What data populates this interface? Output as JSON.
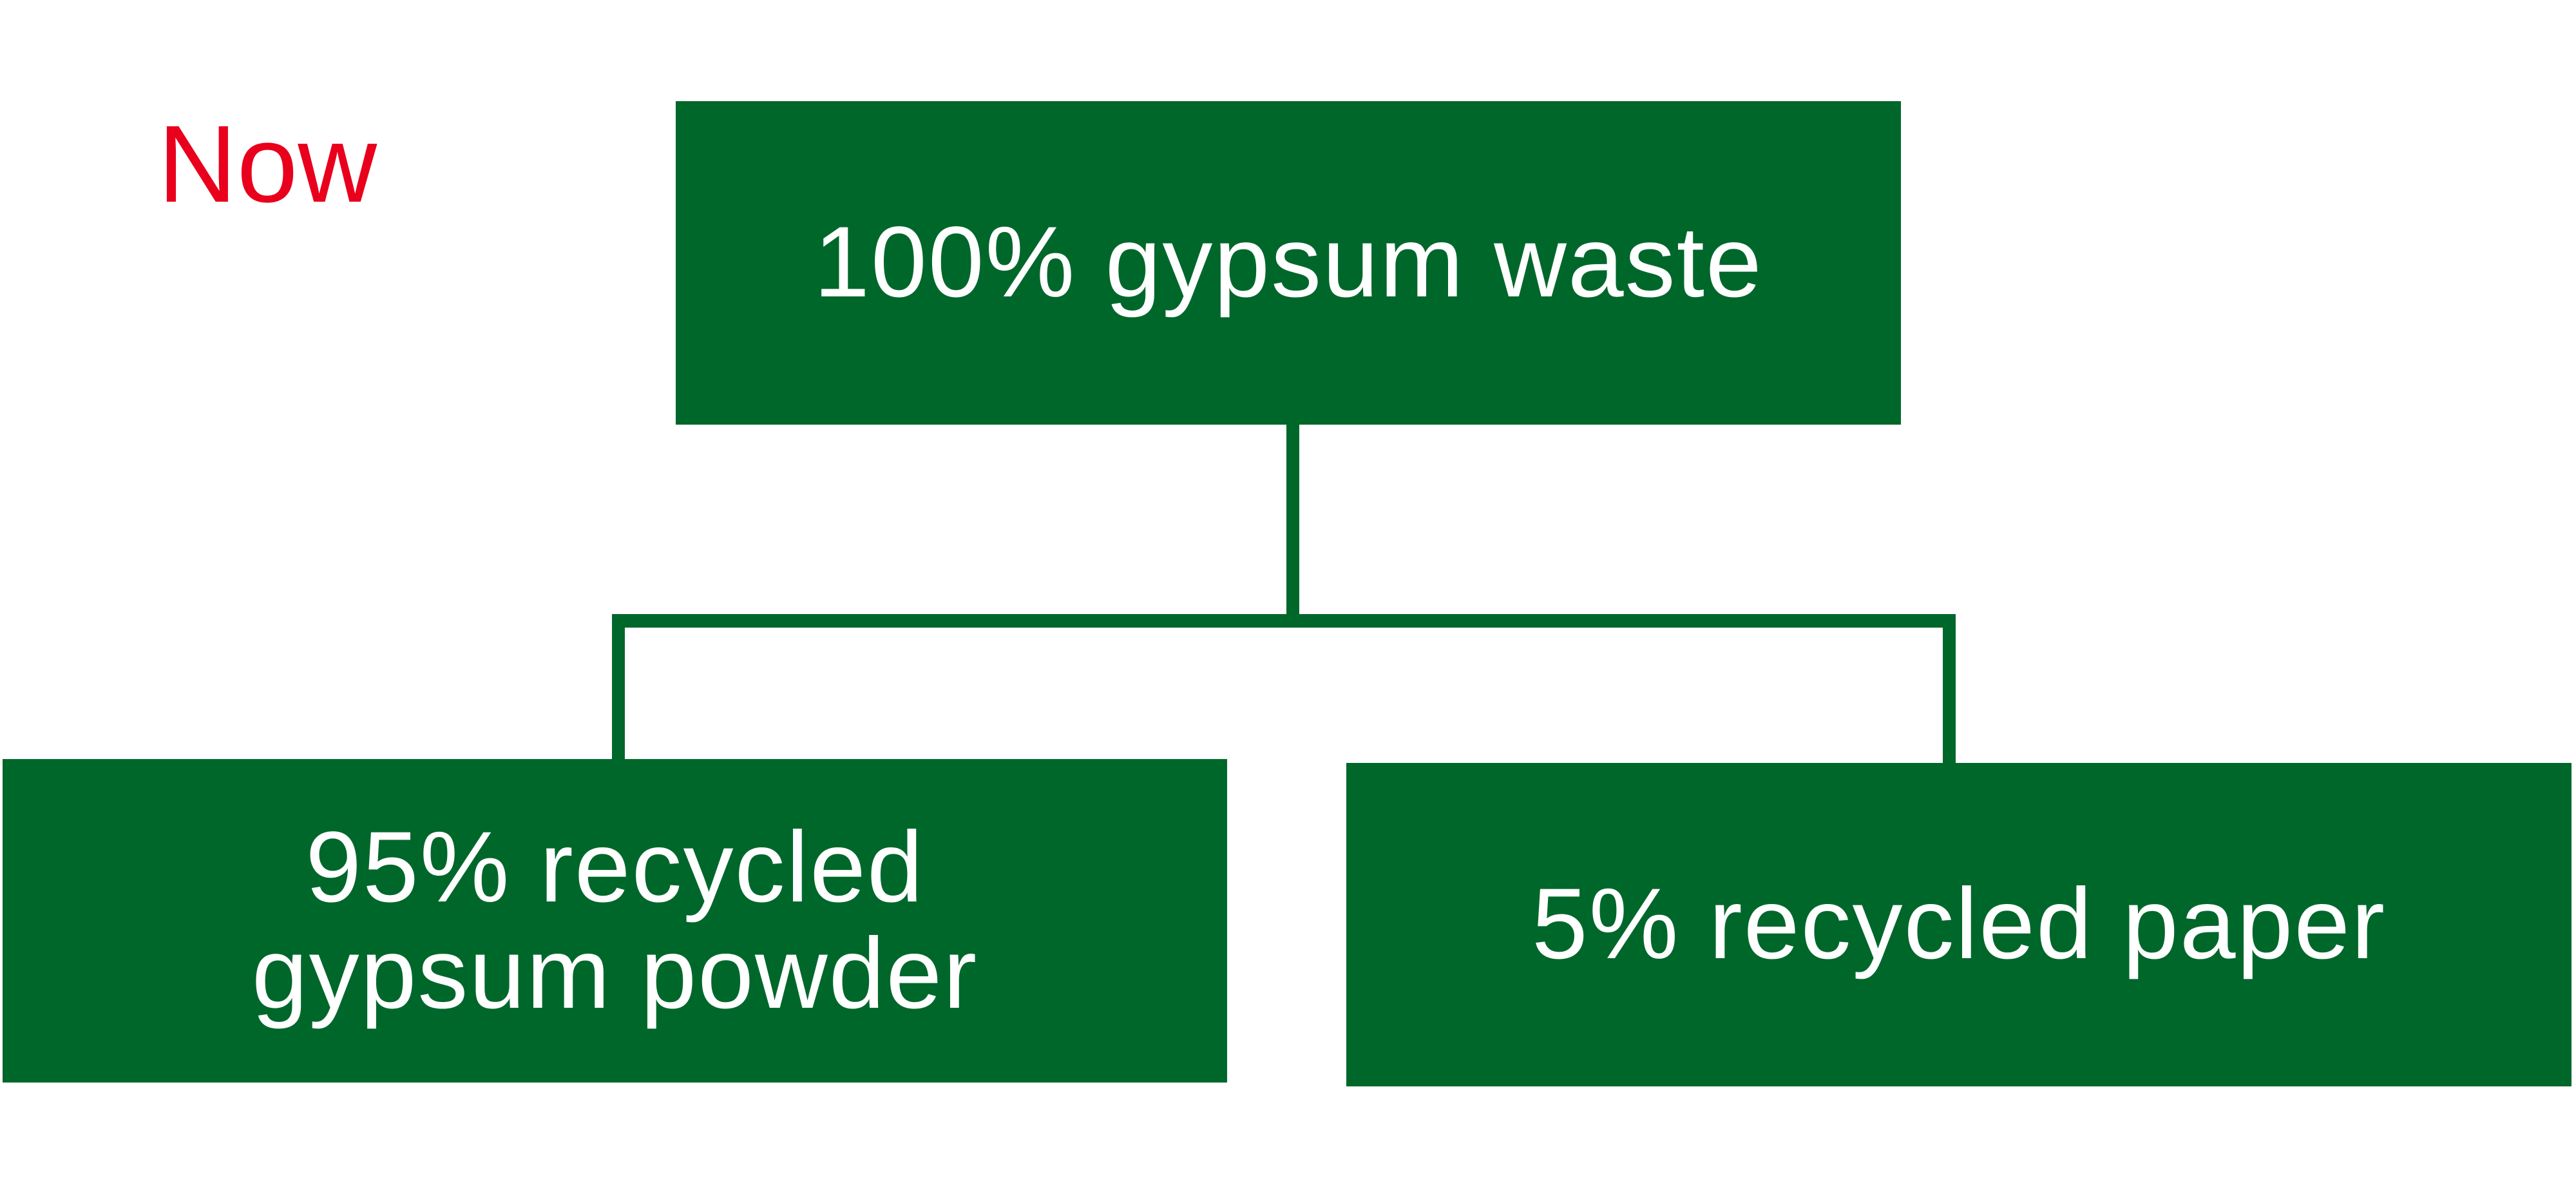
{
  "diagram": {
    "header_label": "Now",
    "nodes": {
      "root": {
        "text": "100% gypsum waste"
      },
      "left_child": {
        "line1": "95% recycled",
        "line2": "gypsum powder"
      },
      "right_child": {
        "text": "5% recycled paper"
      }
    },
    "colors": {
      "box_fill": "#00672b",
      "box_text": "#ffffff",
      "header_text": "#e8001c",
      "connector": "#00672b",
      "background": "#ffffff"
    }
  }
}
